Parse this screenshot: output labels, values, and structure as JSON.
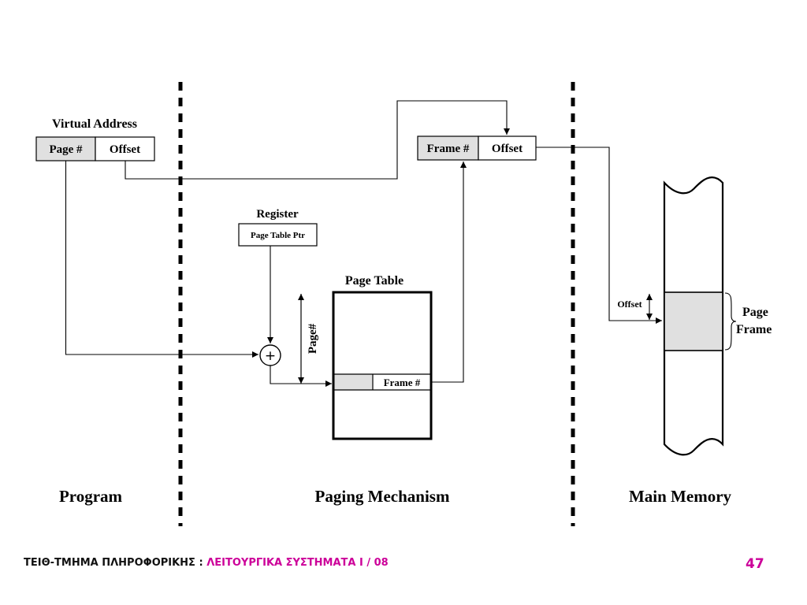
{
  "labels": {
    "virtual_address": "Virtual Address",
    "page_no": "Page #",
    "offset_va": "Offset",
    "frame_no_top": "Frame #",
    "offset_top": "Offset",
    "register": "Register",
    "page_table_ptr": "Page Table Ptr",
    "page_table": "Page Table",
    "page_hash": "Page#",
    "frame_no_entry": "Frame #",
    "adder_symbol": "+",
    "offset_mem": "Offset",
    "page_frame_line1": "Page",
    "page_frame_line2": "Frame"
  },
  "sections": {
    "program": "Program",
    "paging_mechanism": "Paging Mechanism",
    "main_memory": "Main Memory"
  },
  "footer": {
    "department": "ΤΕΙΘ-ΤΜΗΜΑ ΠΛΗΡΟΦΟΡΙΚΗΣ : ",
    "course": "ΛΕΙΤΟΥΡΓΙΚΑ ΣΥΣΤΗΜΑΤΑ Ι / 08",
    "page_number": "47"
  },
  "colors": {
    "shaded_cell": "#e0e0e0",
    "footer_accent": "#cc0099",
    "ink": "#000000"
  }
}
